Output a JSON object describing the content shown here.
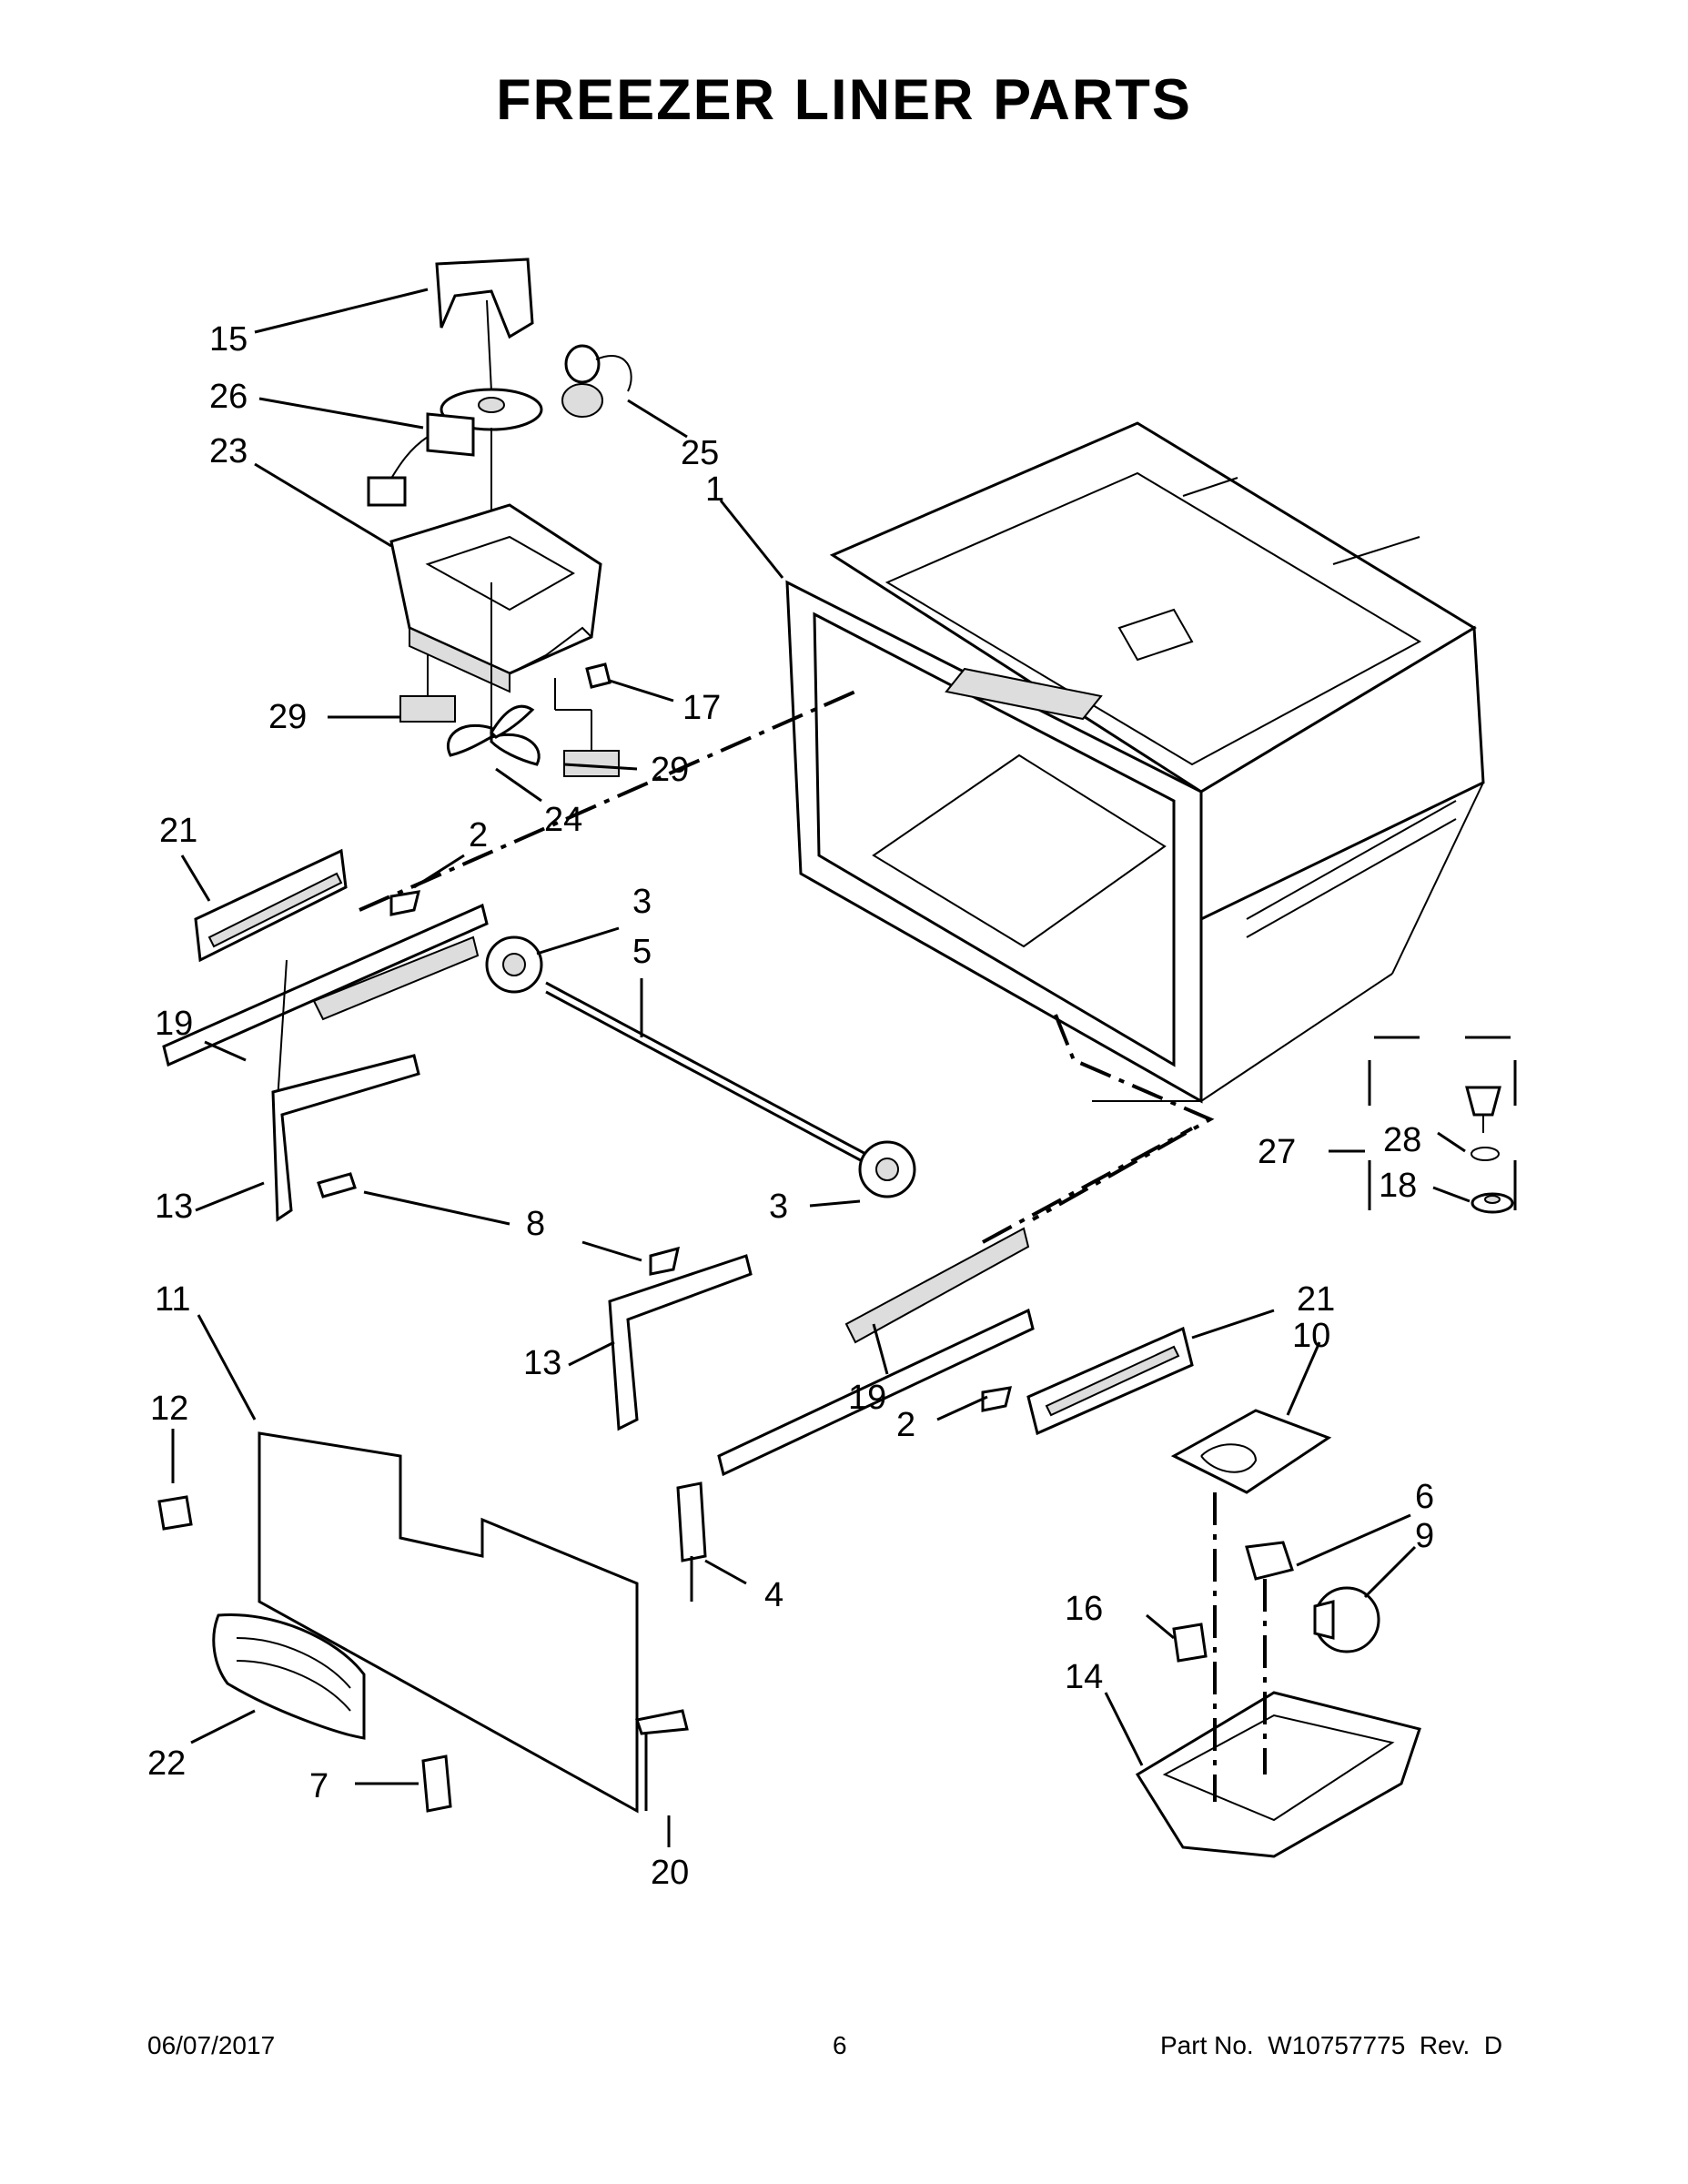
{
  "title": "FREEZER LINER PARTS",
  "callouts": [
    {
      "id": "c15",
      "text": "15"
    },
    {
      "id": "c26",
      "text": "26"
    },
    {
      "id": "c23",
      "text": "23"
    },
    {
      "id": "c25",
      "text": "25"
    },
    {
      "id": "c1",
      "text": "1"
    },
    {
      "id": "c17",
      "text": "17"
    },
    {
      "id": "c29a",
      "text": "29"
    },
    {
      "id": "c29b",
      "text": "29"
    },
    {
      "id": "c24",
      "text": "24"
    },
    {
      "id": "c21a",
      "text": "21"
    },
    {
      "id": "c2a",
      "text": "2"
    },
    {
      "id": "c3a",
      "text": "3"
    },
    {
      "id": "c5",
      "text": "5"
    },
    {
      "id": "c19a",
      "text": "19"
    },
    {
      "id": "c13a",
      "text": "13"
    },
    {
      "id": "c8",
      "text": "8"
    },
    {
      "id": "c3b",
      "text": "3"
    },
    {
      "id": "c27",
      "text": "27"
    },
    {
      "id": "c28",
      "text": "28"
    },
    {
      "id": "c18",
      "text": "18"
    },
    {
      "id": "c11",
      "text": "11"
    },
    {
      "id": "c13b",
      "text": "13"
    },
    {
      "id": "c21b",
      "text": "21"
    },
    {
      "id": "c10",
      "text": "10"
    },
    {
      "id": "c12",
      "text": "12"
    },
    {
      "id": "c19b",
      "text": "19"
    },
    {
      "id": "c2b",
      "text": "2"
    },
    {
      "id": "c6",
      "text": "6"
    },
    {
      "id": "c9",
      "text": "9"
    },
    {
      "id": "c4",
      "text": "4"
    },
    {
      "id": "c16",
      "text": "16"
    },
    {
      "id": "c14",
      "text": "14"
    },
    {
      "id": "c22",
      "text": "22"
    },
    {
      "id": "c7",
      "text": "7"
    },
    {
      "id": "c20",
      "text": "20"
    }
  ],
  "footer": {
    "date": "06/07/2017",
    "page": "6",
    "part_no": "Part No.  W10757775  Rev.  D"
  }
}
